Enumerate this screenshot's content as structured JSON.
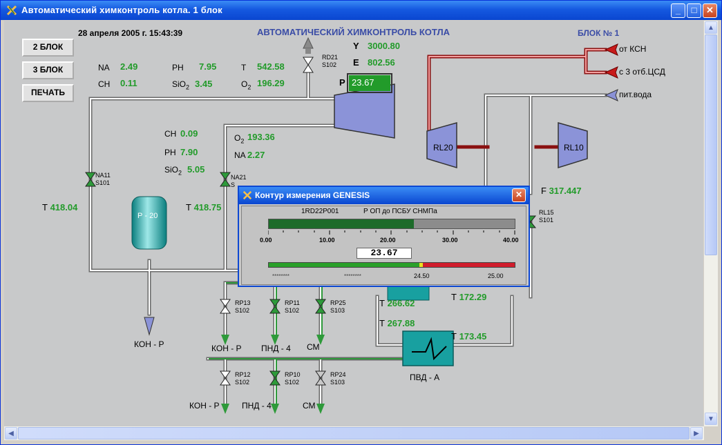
{
  "window": {
    "title": "Автоматический химконтроль котла. 1 блок",
    "minimize": "_",
    "maximize": "□",
    "close": "✕"
  },
  "sidebar": {
    "buttons": [
      "2 БЛОК",
      "3 БЛОК",
      "ПЕЧАТЬ"
    ]
  },
  "header": {
    "datetime": "28 апреля 2005 г. 15:43:39",
    "title": "АВТОМАТИЧЕСКИЙ ХИМКОНТРОЛЬ КОТЛА",
    "block": "БЛОК № 1"
  },
  "top_params": [
    {
      "label": "NA",
      "value": "2.49"
    },
    {
      "label": "CH",
      "value": "0.11"
    },
    {
      "label": "PH",
      "value": "7.95"
    },
    {
      "label": "SiO",
      "sub": "2",
      "value": "3.45"
    },
    {
      "label": "T",
      "value": "542.58"
    },
    {
      "label": "O",
      "sub": "2",
      "value": "196.29"
    }
  ],
  "boiler": {
    "y_label": "Y",
    "y_value": "3000.80",
    "e_label": "E",
    "e_value": "802.56",
    "p_label": "P",
    "p_value": "23.67"
  },
  "mid_params": [
    {
      "label": "CH",
      "value": "0.09"
    },
    {
      "label": "PH",
      "value": "7.90"
    },
    {
      "label": "SiO",
      "sub": "2",
      "value": "5.05"
    },
    {
      "label": "O",
      "sub": "2",
      "value": "193.36"
    },
    {
      "label": "NA",
      "value": "2.27"
    }
  ],
  "temps": {
    "t_left": "418.04",
    "t_mid": "418.75",
    "t_266": "266.62",
    "t_267": "267.88",
    "t_172": "172.29",
    "t_173": "173.45",
    "t_label": "T"
  },
  "flow": {
    "label": "F",
    "value": "317.447"
  },
  "sources": [
    "от КСН",
    "с 3 отб.ЦСД",
    "пит.вода"
  ],
  "equipment": {
    "p20": "Р - 20",
    "rl20": "RL20",
    "rl10": "RL10",
    "pvd": "ПВД - А"
  },
  "valves": {
    "rd21": [
      "RD21",
      "S102"
    ],
    "na11": [
      "NA11",
      "S101"
    ],
    "na21": [
      "NA21",
      "S"
    ],
    "rl15": [
      "RL15",
      "S101"
    ],
    "rp13": [
      "RP13",
      "S102"
    ],
    "rp11": [
      "RP11",
      "S102"
    ],
    "rp25": [
      "RP25",
      "S103"
    ],
    "rp12": [
      "RP12",
      "S102"
    ],
    "rp10": [
      "RP10",
      "S102"
    ],
    "rp24": [
      "RP24",
      "S103"
    ]
  },
  "outlets": {
    "kon_r1": "КОН - Р",
    "kon_r2": "КОН - Р",
    "pnd1": "ПНД - 4",
    "sm1": "СМ",
    "kon_r3": "КОН - Р",
    "pnd2": "ПНД - 4",
    "sm2": "СМ"
  },
  "dialog": {
    "title": "Контур измерения GENESIS",
    "tag": "1RD22P001",
    "desc": "Р ОП до ПСБУ СНМПа",
    "scale": [
      "0.00",
      "10.00",
      "20.00",
      "30.00",
      "40.00"
    ],
    "value": "23.67",
    "bar_fraction": 0.59,
    "limit_labels": [
      "********",
      "********",
      "24.50",
      "25.00"
    ]
  },
  "colors": {
    "value_green": "#229b2a",
    "title_blue": "#3a4ca6",
    "pipe_red": "#b01818",
    "teal": "#1aa5a5"
  }
}
